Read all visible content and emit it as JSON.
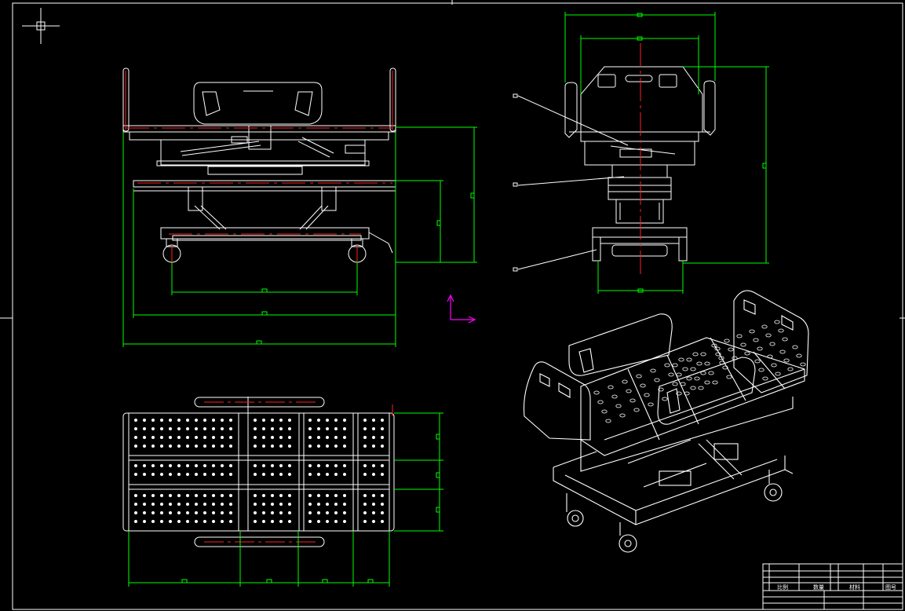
{
  "canvas": {
    "background": "#000000"
  },
  "colors": {
    "geometry": "#ffffff",
    "dimension": "#00ff00",
    "centerline": "#ff2020",
    "ucs": "#ff00ff",
    "crosshair": "#ffffff"
  },
  "icons": {
    "crosshair": "crosshair-cursor-icon",
    "ucs": "ucs-axis-icon"
  },
  "title_block": {
    "cells": [
      "比例",
      "数量",
      "材料",
      "图号"
    ]
  }
}
